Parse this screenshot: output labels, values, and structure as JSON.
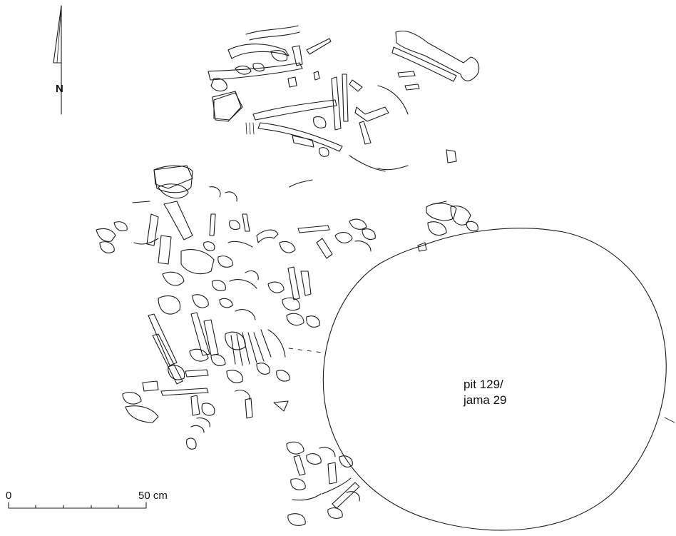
{
  "north_arrow": {
    "letter": "N"
  },
  "scale_bar": {
    "start_label": "0",
    "end_label": "50 cm"
  },
  "pit": {
    "label_line1": "pit 129/",
    "label_line2": "jama 29"
  },
  "icons": [
    "north-arrow-icon",
    "bone-fragment-icon",
    "stone-icon",
    "scale-bar-icon"
  ],
  "colors": {
    "ink": "#1a1a1a",
    "background": "#ffffff"
  }
}
